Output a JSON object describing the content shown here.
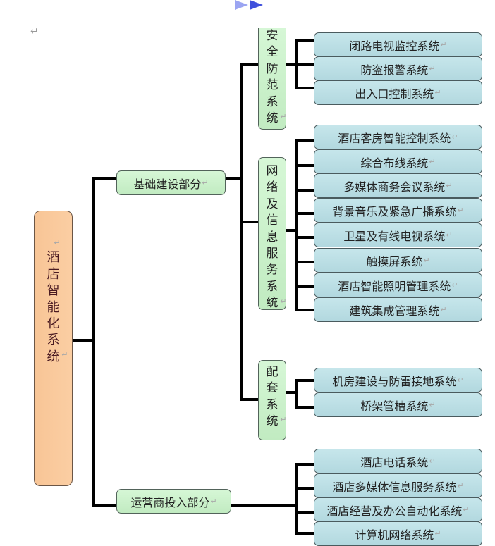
{
  "toolbar": {
    "icons": [
      "fast-forward-icon"
    ],
    "colors": {
      "arrow_light": "#9ba5f2",
      "arrow_dark": "#3f50dc"
    }
  },
  "document": {
    "paragraph_mark": "↵"
  },
  "diagram": {
    "root": {
      "label": "酒店智能化系统"
    },
    "branches": [
      {
        "label": "基础建设部分",
        "groups": [
          {
            "label": "安全防范系统",
            "items": [
              "闭路电视监控系统",
              "防盗报警系统",
              "出入口控制系统"
            ]
          },
          {
            "label": "网络及信息服务系统",
            "items": [
              "酒店客房智能控制系统",
              "综合布线系统",
              "多媒体商务会议系统",
              "背景音乐及紧急广播系统",
              "卫星及有线电视系统",
              "触摸屏系统",
              "酒店智能照明管理系统",
              "建筑集成管理系统"
            ]
          },
          {
            "label": "配套系统",
            "items": [
              "机房建设与防雷接地系统",
              "桥架管槽系统"
            ]
          }
        ]
      },
      {
        "label": "运营商投入部分",
        "items": [
          "酒店电话系统",
          "酒店多媒体信息服务系统",
          "酒店经营及办公自动化系统",
          "计算机网络系统"
        ]
      }
    ]
  },
  "colors": {
    "root_fill": "#f9c99b",
    "branch_fill": "#c8efc8",
    "leaf_fill": "#bcdfe5",
    "connector": "#000000",
    "root_text": "#4a1a22"
  }
}
